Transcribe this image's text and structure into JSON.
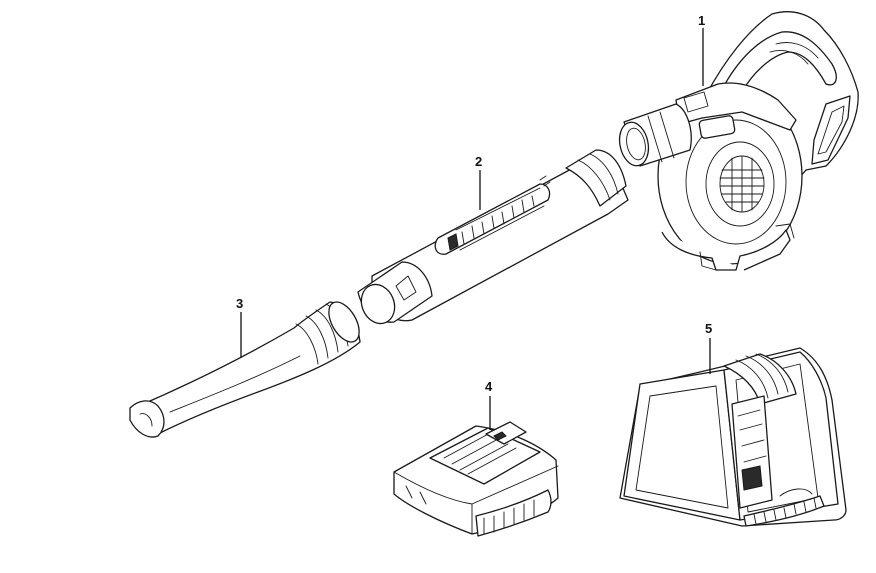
{
  "callouts": [
    {
      "id": "blower-body",
      "label": "1"
    },
    {
      "id": "extension-tube",
      "label": "2"
    },
    {
      "id": "nozzle",
      "label": "3"
    },
    {
      "id": "battery-pack",
      "label": "4"
    },
    {
      "id": "charger",
      "label": "5"
    }
  ]
}
